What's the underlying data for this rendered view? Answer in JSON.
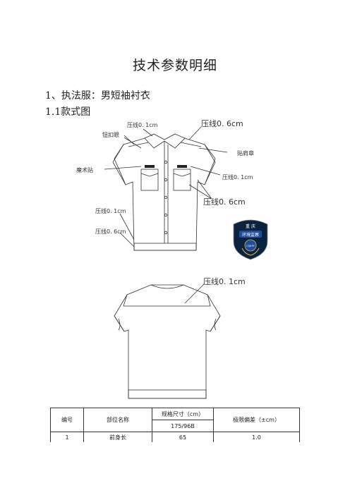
{
  "doc": {
    "title": "技术参数明细",
    "heading1": "1、执法服：男短袖衬衣",
    "heading2": "1.1款式图"
  },
  "front_labels": {
    "stitch_top_left": "压线0. 1cm",
    "stitch_top_right": "压线0. 6cm",
    "button_loop": "钮扣眼",
    "epaulette": "贴肩章",
    "velcro": "魔术贴",
    "stitch_pocket": "压线0. 1cm",
    "stitch_pocket_big": "压线0. 6cm",
    "stitch_hem_small": "压线0. 1cm",
    "stitch_hem": "压线0. 6cm"
  },
  "back_labels": {
    "stitch_yoke": "压线0. 1cm"
  },
  "badge": {
    "line1": "重 庆",
    "line2": "环境监察",
    "line3": "CQEPF",
    "colors": {
      "body": "#0c2340",
      "ribbon": "#1f4e9a",
      "text": "#ffffff"
    }
  },
  "spec_table": {
    "headers": {
      "no": "编号",
      "part": "部位名称",
      "size": "规格尺寸（cm）",
      "size_sub": "175/96B",
      "tolerance": "极限偏差（±cm）"
    },
    "rows": [
      {
        "no": "1",
        "part": "前身长",
        "size": "65",
        "tolerance": "1.0"
      }
    ]
  }
}
